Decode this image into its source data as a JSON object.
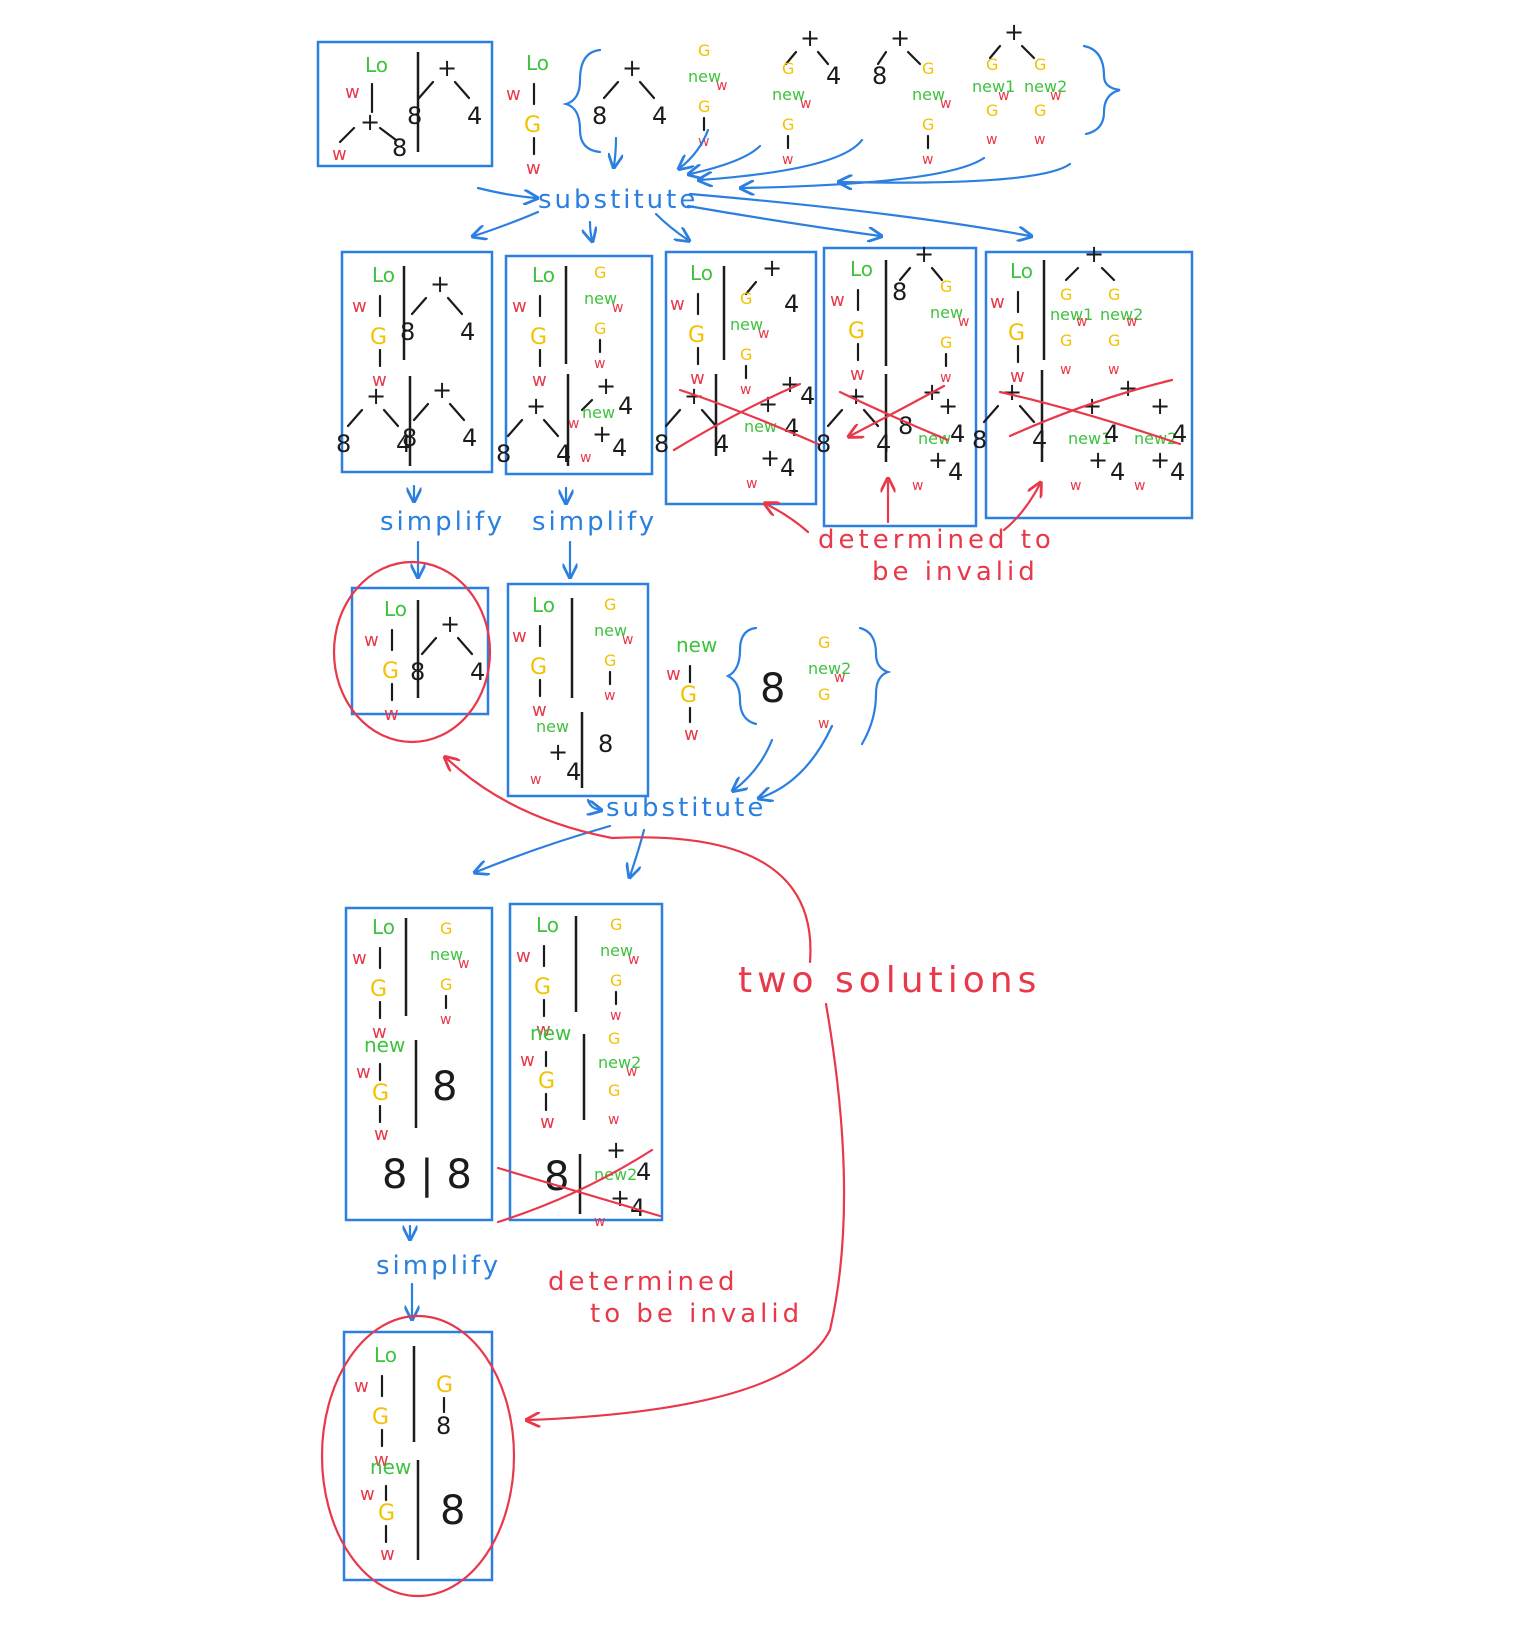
{
  "labels": {
    "substitute": "substitute",
    "simplify": "simplify",
    "determined_invalid": [
      "determined to",
      "be invalid"
    ],
    "determined_invalid_2": [
      "determined",
      "to be invalid"
    ],
    "two_solutions": "two solutions"
  },
  "symbols": {
    "plus": "+",
    "eight": "8",
    "four": "4",
    "lo": "Lo",
    "w": "w",
    "g": "G",
    "new": "new",
    "new1": "new1",
    "new2": "new2",
    "eight_bar_eight": "8 | 8"
  },
  "colors": {
    "box": "#2a7fe0",
    "arrow": "#2a7fe0",
    "invalid": "#e8384a",
    "var_label": "#3fc23f",
    "g_node": "#f2c200",
    "w_node": "#e8384a",
    "ink": "#1b1b1b"
  }
}
